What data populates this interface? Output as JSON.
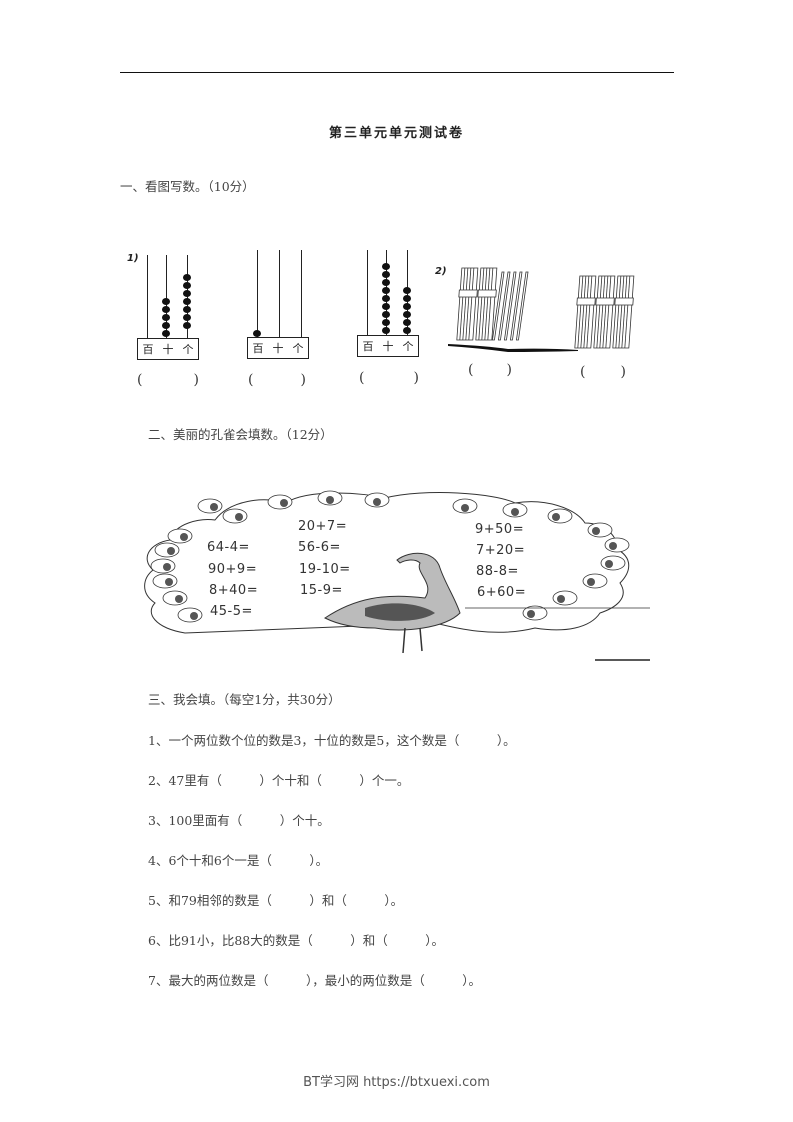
{
  "document": {
    "title": "第三单元单元测试卷",
    "footer": "BT学习网 https://btxuexi.com"
  },
  "section1": {
    "heading": "一、看图写数。（10分）",
    "part1_label": "1)",
    "part2_label": "2)",
    "abacus_place_labels": [
      "百",
      "十",
      "个"
    ],
    "abaci": [
      {
        "hundreds": 0,
        "tens": 5,
        "ones": 7,
        "answer_blank": "(          )"
      },
      {
        "hundreds": 1,
        "tens": 0,
        "ones": 0,
        "answer_blank": "(          )"
      },
      {
        "hundreds": 0,
        "tens": 9,
        "ones": 6,
        "answer_blank": "(          )"
      }
    ],
    "sticks": [
      {
        "bundles_of_ten": 2,
        "single_sticks": 5,
        "answer_blank": "(          )"
      },
      {
        "bundles_of_ten": 3,
        "single_sticks": 0,
        "answer_blank": "(          )"
      }
    ]
  },
  "section2": {
    "heading": "二、美丽的孔雀会填数。（12分）",
    "column1": [
      "64-4=",
      "90+9=",
      "8+40=",
      "45-5="
    ],
    "column2": [
      "20+7=",
      "56-6=",
      "19-10=",
      "15-9="
    ],
    "column3": [
      "9+50=",
      "7+20=",
      "88-8=",
      "6+60="
    ]
  },
  "section3": {
    "heading": "三、我会填。（每空1分，共30分）",
    "questions": [
      "1、一个两位数个位的数是3，十位的数是5，这个数是（　　　）。",
      "2、47里有（　　　）个十和（　　　）个一。",
      "3、100里面有（　　　）个十。",
      "4、6个十和6个一是（　　　）。",
      "5、和79相邻的数是（　　　）和（　　　）。",
      "6、比91小，比88大的数是（　　　）和（　　　）。",
      "7、最大的两位数是（　　　），最小的两位数是（　　　）。"
    ]
  }
}
